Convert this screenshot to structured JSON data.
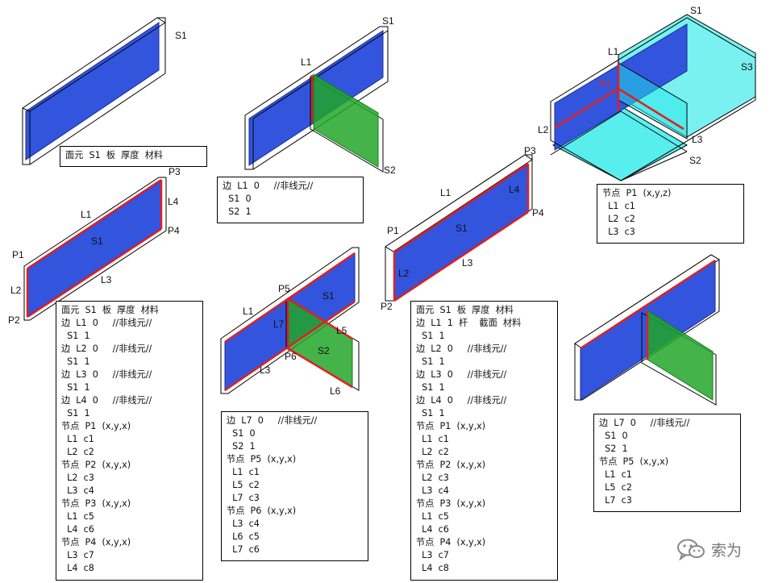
{
  "labels": {
    "d1": {
      "s1": "S1"
    },
    "d2": {
      "s1": "S1",
      "l1": "L1",
      "s2": "S2"
    },
    "d3": {
      "s1": "S1",
      "l1": "L1",
      "p1": "P1",
      "s3": "S3",
      "l2": "L2",
      "l3": "L3",
      "s2": "S2"
    },
    "d4": {
      "p3": "P3",
      "l4": "L4",
      "l1": "L1",
      "p4": "P4",
      "s1": "S1",
      "p1": "P1",
      "l2": "L2",
      "l3": "L3",
      "p2": "P2"
    },
    "d5": {
      "p3": "P3",
      "l1": "L1",
      "l4": "L4",
      "p4": "P4",
      "s1": "S1",
      "p1": "P1",
      "l3": "L3",
      "l2": "L2",
      "p2": "P2"
    },
    "d6": {
      "p5": "P5",
      "s1": "S1",
      "l1": "L1",
      "l7": "L7",
      "l5": "L5",
      "p6": "P6",
      "s2": "S2",
      "l3": "L3",
      "l6": "L6"
    }
  },
  "boxes": {
    "b1": [
      "面元  S1  板  厚度  材料"
    ],
    "b2": [
      "边  L1  0     //非线元//",
      "  S1  0",
      "  S2  1"
    ],
    "b3": [
      "节点  P1  (x,y,z)",
      "  L1  c1",
      "  L2  c2",
      "  L3  c3"
    ],
    "b4": [
      "面元  S1  板  厚度  材料",
      "边  L1  0     //非线元//",
      "  S1  1",
      "边  L2  0     //非线元//",
      "  S1  1",
      "边  L3  0     //非线元//",
      "  S1  1",
      "边  L4  0     //非线元//",
      "  S1  1",
      "节点  P1  (x,y,x)",
      "  L1  c1",
      "  L2  c2",
      "节点  P2  (x,y,x)",
      "  L2  c3",
      "  L3  c4",
      "节点  P3  (x,y,x)",
      "  L1  c5",
      "  L4  c6",
      "节点  P4  (x,y,x)",
      "  L3  c7",
      "  L4  c8"
    ],
    "b5": [
      "边  L7  0     //非线元//",
      "  S1  0",
      "  S2  1",
      "节点  P5  (x,y,x)",
      "  L1  c1",
      "  L5  c2",
      "  L7  c3",
      "节点  P6  (x,y,x)",
      "  L3  c4",
      "  L6  c5",
      "  L7  c6"
    ],
    "b6": [
      "面元  S1  板  厚度  材料",
      "边  L1  1  杆    截面  材料",
      "  S1  1",
      "边  L2  0     //非线元//",
      "  S1  1",
      "边  L3  0     //非线元//",
      "  S1  1",
      "边  L4  0     //非线元//",
      "  S1  1",
      "节点  P1  (x,y,x)",
      "  L1  c1",
      "  L2  c2",
      "节点  P2  (x,y,x)",
      "  L2  c3",
      "  L3  c4",
      "节点  P3  (x,y,x)",
      "  L1  c5",
      "  L4  c6",
      "节点  P4  (x,y,x)",
      "  L3  c7",
      "  L4  c8"
    ],
    "b7": [
      "边  L7  0     //非线元//",
      "  S1  0",
      "  S2  1",
      "节点  P5  (x,y,x)",
      "  L1  c1",
      "  L5  c2",
      "  L7  c3"
    ]
  },
  "watermark": {
    "text": "索为"
  },
  "colors": {
    "plate_blue": "#3355dd",
    "plate_green": "#22a62a",
    "plate_cyan": "#22e8e8",
    "edge_red": "#e02020",
    "outline": "#000000"
  }
}
